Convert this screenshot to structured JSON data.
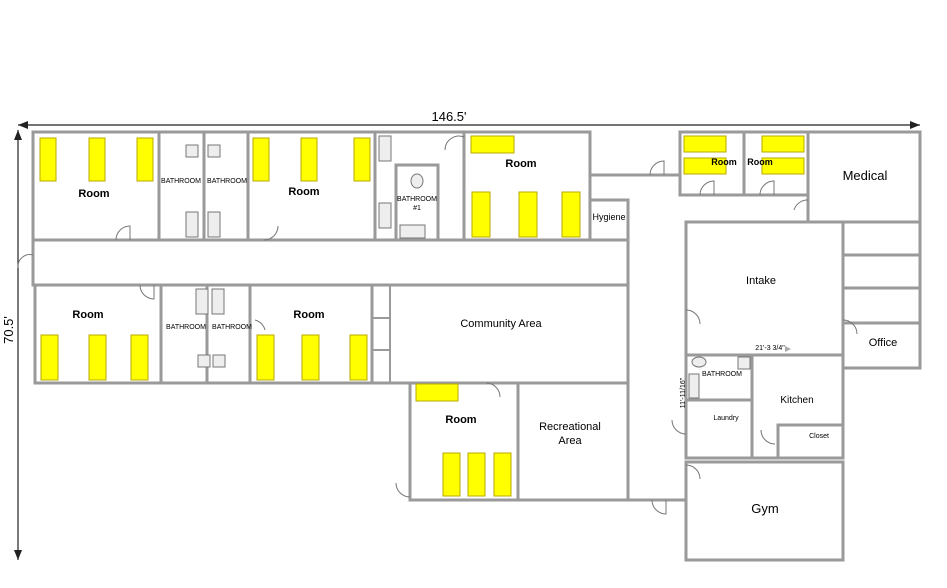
{
  "dimensions": {
    "width": "146.5'",
    "height": "70.5'",
    "kitchen_width": "21'-3 3/4\"",
    "bathroom_depth": "11'-11/16\""
  },
  "rooms": {
    "room_tl1": "Room",
    "bath_tl_a": "BATHROOM",
    "bath_tl_b": "BATHROOM",
    "room_tl2": "Room",
    "bathroom1": "BATHROOM",
    "bathroom1_num": "#1",
    "room_top": "Room",
    "hygiene": "Hygiene",
    "room_small1": "Room",
    "room_small2": "Room",
    "medical": "Medical",
    "room_bl1": "Room",
    "bath_bl_a": "BATHROOM",
    "bath_bl_b": "BATHROOM",
    "room_bl2": "Room",
    "community": "Community Area",
    "room_lower": "Room",
    "recreational_1": "Recreational",
    "recreational_2": "Area",
    "intake": "Intake",
    "office": "Office",
    "bathroom_small": "BATHROOM",
    "kitchen": "Kitchen",
    "laundry": "Laundry",
    "closet": "Closet",
    "gym": "Gym"
  },
  "colors": {
    "bed": "#ffff00",
    "wall": "#9a9a9a"
  }
}
